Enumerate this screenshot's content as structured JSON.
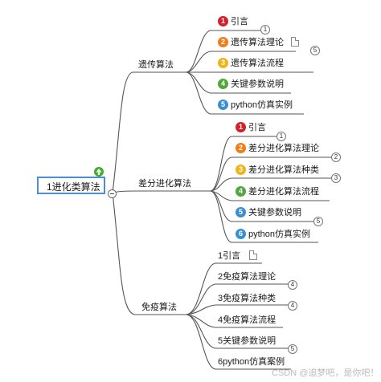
{
  "root": {
    "label": "1进化类算法"
  },
  "branches": [
    {
      "label": "遗传算法",
      "children": [
        {
          "num": "1",
          "color": "#d3202a",
          "text": "引言",
          "count": "1"
        },
        {
          "num": "2",
          "color": "#ef7d1a",
          "text": "遗传算法理论",
          "count": "5"
        },
        {
          "num": "3",
          "color": "#f0b41a",
          "text": "遗传算法流程",
          "count": ""
        },
        {
          "num": "4",
          "color": "#53a63b",
          "text": "关键参数说明",
          "count": ""
        },
        {
          "num": "5",
          "color": "#3b8fd0",
          "text": "python仿真实例",
          "count": ""
        }
      ]
    },
    {
      "label": "差分进化算法",
      "children": [
        {
          "num": "1",
          "color": "#d3202a",
          "text": "引言",
          "count": "1"
        },
        {
          "num": "2",
          "color": "#ef7d1a",
          "text": "差分进化算法理论",
          "count": "2"
        },
        {
          "num": "3",
          "color": "#f0b41a",
          "text": "差分进化算法种类",
          "count": "3"
        },
        {
          "num": "4",
          "color": "#53a63b",
          "text": "差分进化算法流程",
          "count": ""
        },
        {
          "num": "5",
          "color": "#3b8fd0",
          "text": "关键参数说明",
          "count": "5"
        },
        {
          "num": "6",
          "color": "#3b8fd0",
          "text": "python仿真实例",
          "count": ""
        }
      ]
    },
    {
      "label": "免疫算法",
      "children": [
        {
          "text": "1引言",
          "count": ""
        },
        {
          "text": "2免疫算法理论",
          "count": "4"
        },
        {
          "text": "3免疫算法种类",
          "count": "4"
        },
        {
          "text": "4免疫算法流程",
          "count": ""
        },
        {
          "text": "5关键参数说明",
          "count": "5"
        },
        {
          "text": "6python仿真案例",
          "count": ""
        }
      ]
    }
  ],
  "watermark": "CSDN @追梦吧，是你吧！"
}
